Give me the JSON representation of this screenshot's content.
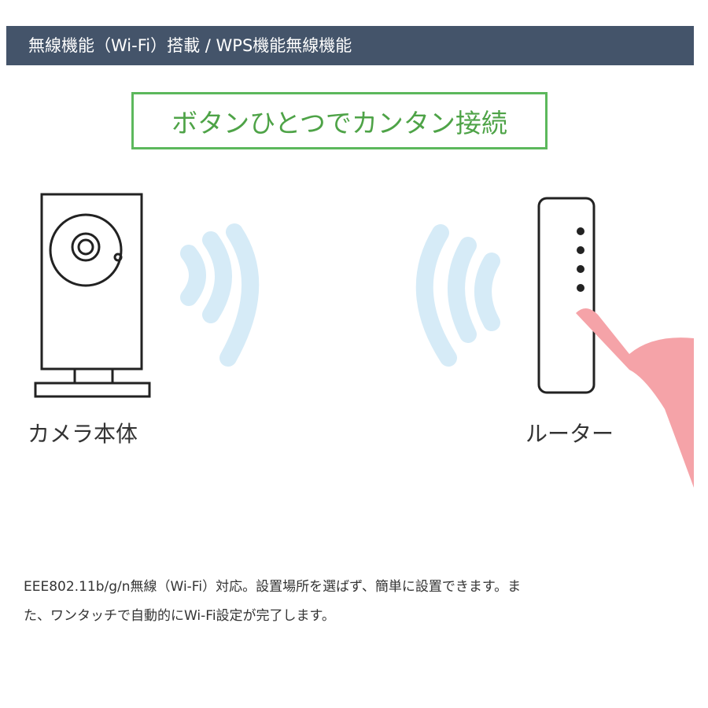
{
  "header": {
    "title": "無線機能（Wi-Fi）搭載 / WPS機能無線機能"
  },
  "tagline": "ボタンひとつでカンタン接続",
  "illustration": {
    "camera_label": "カメラ本体",
    "router_label": "ルーター",
    "colors": {
      "wave": "#d6ebf7",
      "hand": "#f5a3a8",
      "outline": "#222222"
    }
  },
  "description": {
    "line1": "EEE802.11b/g/n無線（Wi-Fi）対応。設置場所を選ばず、簡単に設置できます。ま",
    "line2": "た、ワンタッチで自動的にWi-Fi設定が完了します。"
  }
}
